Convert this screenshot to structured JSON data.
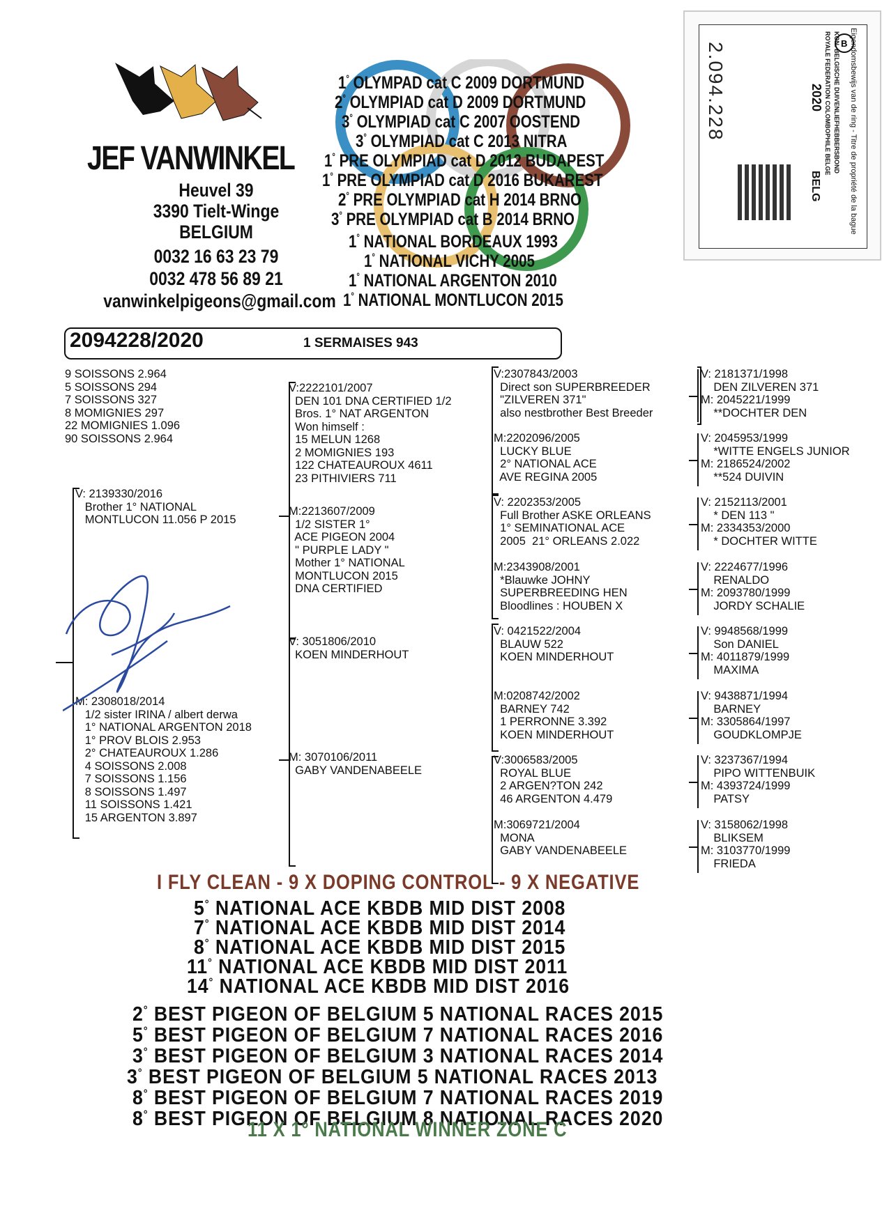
{
  "breeder": {
    "name": "JEF VANWINKEL",
    "street": "Heuvel 39",
    "city": "3390 Tielt-Winge",
    "country": "BELGIUM",
    "phone1": "0032 16 63 23 79",
    "phone2": "0032 478 56 89 21",
    "email": "vanwinkelpigeons@gmail.com"
  },
  "results": [
    {
      "pos": "1",
      "text": "OLYMPAD cat C 2009 DORTMUND"
    },
    {
      "pos": "2",
      "text": "OLYMPIAD cat D 2009 DORTMUND"
    },
    {
      "pos": "3",
      "text": "OLYMPIAD cat C 2007 OOSTEND"
    },
    {
      "pos": "3",
      "text": "OLYMPIAD cat C 2013 NITRA"
    },
    {
      "pos": "1",
      "text": "PRE OLYMPIAD cat D 2012 BUDAPEST"
    },
    {
      "pos": "1",
      "text": "PRE OLYMPIAD cat D 2016 BUKAREST"
    },
    {
      "pos": "2",
      "text": "PRE OLYMPIAD cat H 2014 BRNO"
    },
    {
      "pos": "3",
      "text": "PRE OLYMPIAD cat B 2014 BRNO"
    },
    {
      "pos": "1",
      "text": "NATIONAL BORDEAUX 1993"
    },
    {
      "pos": "1",
      "text": "NATIONAL VICHY 2005"
    },
    {
      "pos": "1",
      "text": "NATIONAL ARGENTON 2010"
    },
    {
      "pos": "1",
      "text": "NATIONAL MONTLUCON 2015"
    }
  ],
  "card": {
    "ring_number": "2.094.228",
    "org_nl": "KON. BELGISCHE DUIVENLIEFHEBBERSBOND",
    "org_fr": "ROYALE FEDERATION COLOMBOPHILE BELGE",
    "year": "2020",
    "country_code": "BELG",
    "title": "Eigendomsbewijs van de ring - Titre de propriété de la bague"
  },
  "pigeon": {
    "ring": "2094228/2020",
    "result": "1 SERMAISES 943",
    "own_results": [
      "9 SOISSONS 2.964",
      "5 SOISSONS 294",
      "7 SOISSONS 327",
      "8 MOMIGNIES 297",
      "22 MOMIGNIES 1.096",
      "90 SOISSONS 2.964"
    ]
  },
  "gen1": {
    "father": "V: 2139330/2016\n   Brother 1° NATIONAL\n   MONTLUCON 11.056 P 2015",
    "mother": "M: 2308018/2014\n   1/2 sister IRINA / albert derwa\n   1° NATIONAL ARGENTON 2018\n   1° PROV BLOIS 2.953\n   2° CHATEAUROUX 1.286\n   4 SOISSONS 2.008\n   7 SOISSONS 1.156\n   8 SOISSONS 1.497\n   11 SOISSONS 1.421\n   15 ARGENTON 3.897"
  },
  "gen2": [
    "V:2222101/2007\n  DEN 101 DNA CERTIFIED 1/2\n  Bros. 1° NAT ARGENTON\n  Won himself :\n  15 MELUN 1268\n  2 MOMIGNIES 193\n  122 CHATEAUROUX 4611\n  23 PITHIVIERS 711",
    "M:2213607/2009\n  1/2 SISTER 1°\n  ACE PIGEON 2004\n  \" PURPLE LADY \"\n  Mother 1° NATIONAL\n  MONTLUCON 2015\n  DNA CERTIFIED",
    "V: 3051806/2010\n  KOEN MINDERHOUT",
    "M: 3070106/2011\n  GABY VANDENABEELE"
  ],
  "gen3": [
    "V:2307843/2003\n  Direct son SUPERBREEDER\n  \"ZILVEREN 371\"\n  also nestbrother Best Breeder",
    "M:2202096/2005\n  LUCKY BLUE\n  2° NATIONAL ACE\n  AVE REGINA 2005",
    "V: 2202353/2005\n  Full Brother ASKE ORLEANS\n  1° SEMINATIONAL ACE\n  2005  21° ORLEANS 2.022",
    "M:2343908/2001\n  *Blauwke JOHNY\n  SUPERBREEDING HEN\n  Bloodlines : HOUBEN X",
    "V: 0421522/2004\n  BLAUW 522\n  KOEN MINDERHOUT",
    "M:0208742/2002\n  BARNEY 742\n  1 PERRONNE 3.392\n  KOEN MINDERHOUT",
    "V:3006583/2005\n  ROYAL BLUE\n  2 ARGEN?TON 242\n  46 ARGENTON 4.479",
    "M:3069721/2004\n  MONA\n  GABY VANDENABEELE"
  ],
  "gen4": [
    "V: 2181371/1998\n    DEN ZILVEREN 371\nM: 2045221/1999\n    **DOCHTER DEN",
    "V: 2045953/1999\n    *WITTE ENGELS JUNIOR\nM: 2186524/2002\n    **524 DUIVIN",
    "V: 2152113/2001\n    * DEN 113 \"\nM: 2334353/2000\n    * DOCHTER WITTE",
    "V: 2224677/1996\n    RENALDO\nM: 2093780/1999\n    JORDY SCHALIE",
    "V: 9948568/1999\n    Son DANIEL\nM: 4011879/1999\n    MAXIMA",
    "V: 9438871/1994\n    BARNEY\nM: 3305864/1997\n    GOUDKLOMPJE",
    "V: 3237367/1994\n    PIPO WITTENBUIK\nM: 4393724/1999\n    PATSY",
    "V: 3158062/1998\n    BLIKSEM\nM: 3103770/1999\n    FRIEDA"
  ],
  "clean": "I FLY CLEAN - 9 X DOPING CONTROL - 9 X NEGATIVE",
  "aces": [
    {
      "pos": "5",
      "text": "NATIONAL  ACE  KBDB  MID  DIST  2008"
    },
    {
      "pos": "7",
      "text": "NATIONAL  ACE  KBDB  MID  DIST  2014"
    },
    {
      "pos": "8",
      "text": "NATIONAL  ACE  KBDB  MID  DIST  2015"
    },
    {
      "pos": "11",
      "text": "NATIONAL  ACE  KBDB  MID  DIST  2011"
    },
    {
      "pos": "14",
      "text": "NATIONAL  ACE  KBDB  MID  DIST  2016"
    }
  ],
  "best": [
    {
      "pos": "2",
      "text": "BEST  PIGEON  OF  BELGIUM  5  NATIONAL  RACES  2015"
    },
    {
      "pos": "5",
      "text": "BEST  PIGEON  OF  BELGIUM  7  NATIONAL  RACES  2016"
    },
    {
      "pos": "3",
      "text": "BEST  PIGEON  OF  BELGIUM  3  NATIONAL  RACES  2014"
    },
    {
      "pos": "3",
      "text": "BEST  PIGEON  OF  BELGIUM  5  NATIONAL  RACES  2013"
    },
    {
      "pos": "8",
      "text": "BEST  PIGEON  OF  BELGIUM  7  NATIONAL  RACES  2019"
    },
    {
      "pos": "8",
      "text": "BEST  PIGEON  OF  BELGIUM  8  NATIONAL  RACES  2020"
    }
  ],
  "zone": "11 X 1° NATIONAL WINNER ZONE C",
  "colors": {
    "ring_blue": "#3a8fc4",
    "ring_grey": "#cfcfcf",
    "ring_brown": "#8a4a3a",
    "ring_yellow": "#e8c070",
    "ring_green": "#3f9a4f",
    "clean_brown": "#7a3a2a",
    "zone_green": "#4a7a4a"
  }
}
